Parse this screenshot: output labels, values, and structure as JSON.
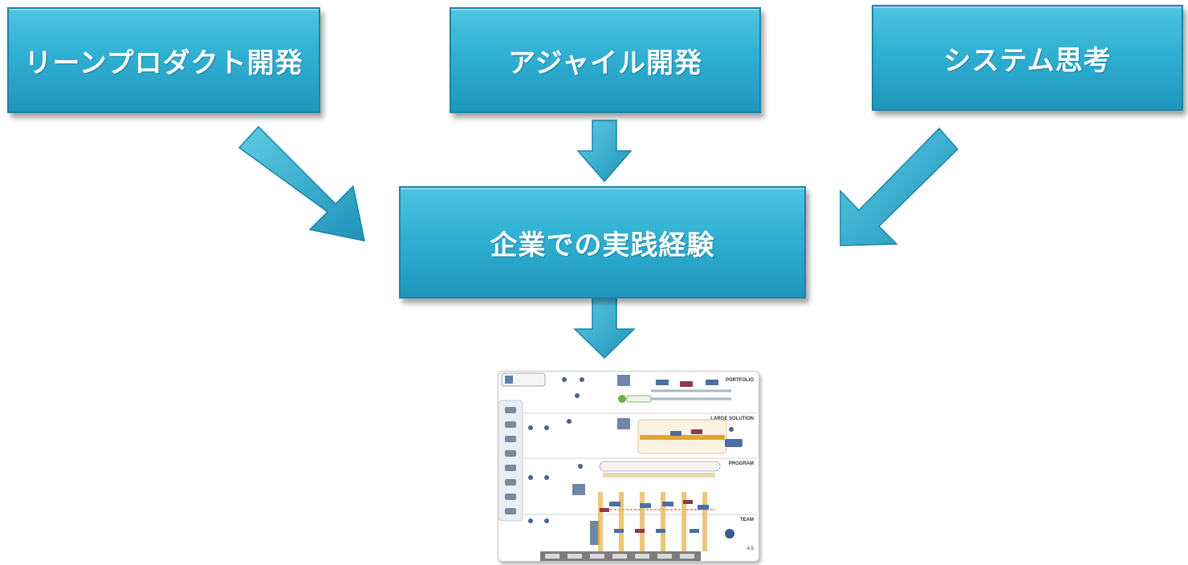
{
  "boxes": {
    "lean": "リーンプロダクト開発",
    "agile": "アジャイル開発",
    "systems": "システム思考",
    "practice": "企業での実践経験"
  },
  "safe_image": {
    "levels": [
      "PORTFOLIO",
      "LARGE SOLUTION",
      "PROGRAM",
      "TEAM"
    ],
    "version": "4.5"
  },
  "colors": {
    "box_fill": "#2fb0d3",
    "box_border": "#1a86a8",
    "text": "#ffffff"
  }
}
